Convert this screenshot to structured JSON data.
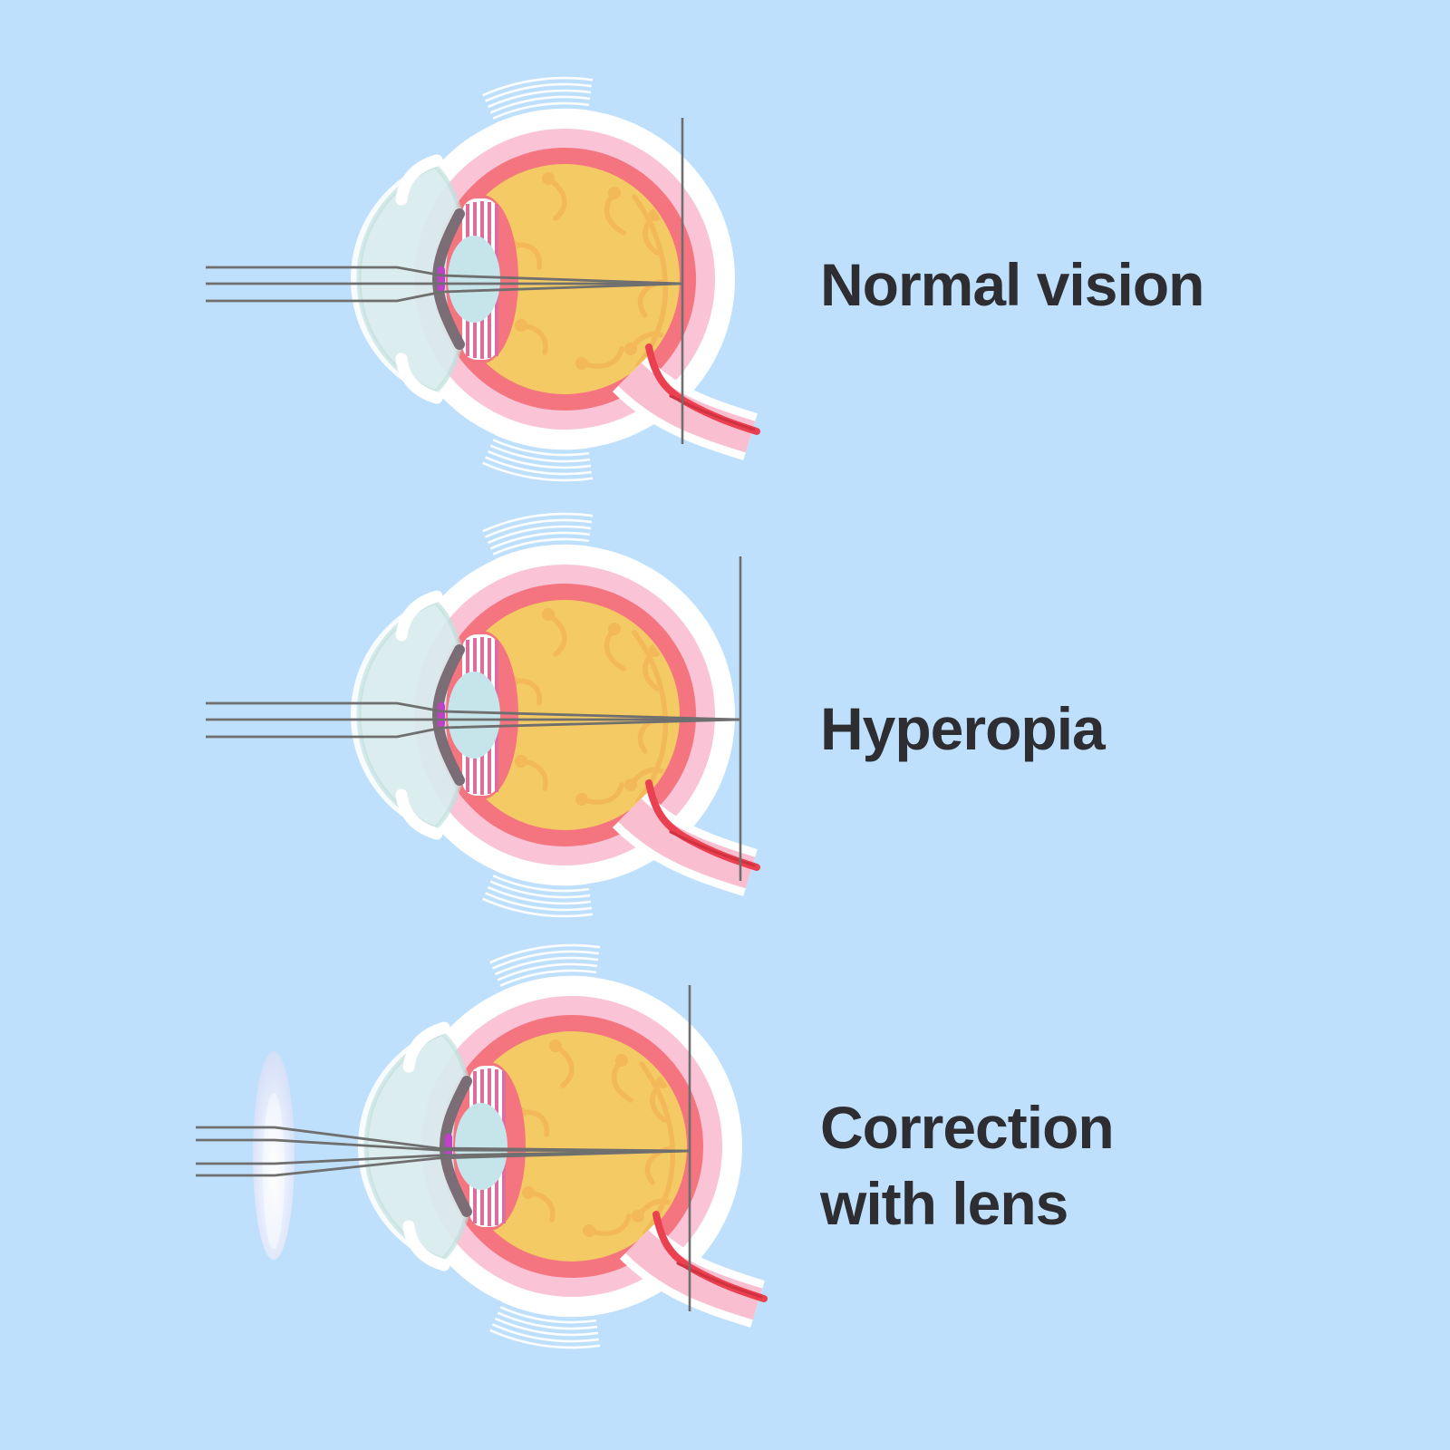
{
  "page": {
    "title": "Hyperopia eye diagram",
    "background_color": "#BFE0FC",
    "text_color": "#2E2E32"
  },
  "sections": [
    {
      "id": "normal",
      "label": "Normal vision",
      "ray_count": 3,
      "focal_point": "on retina",
      "corrective_lens": false
    },
    {
      "id": "hyperopia",
      "label": "Hyperopia",
      "ray_count": 3,
      "focal_point": "behind retina",
      "corrective_lens": false
    },
    {
      "id": "correction",
      "label": "Correction with lens",
      "ray_count": 4,
      "focal_point": "on retina",
      "corrective_lens": true
    }
  ],
  "colors": {
    "sclera_white": "#FFFFFF",
    "sclera_band_pink": "#FAC3D6",
    "choroid_salmon": "#F4757F",
    "vitreous_yellow": "#F3CA63",
    "vessels_orange": "#F2AE55",
    "cornea_cyan": "#D9ECEE",
    "cornea_rim_teal": "#BFDFDC",
    "lens_blue": "#C5E5EB",
    "iris_gray": "#7B6D75",
    "pupil_magenta": "#C23FC9",
    "ciliary_stripe_pink": "#DD6D9D",
    "optic_nerve_pink": "#F9BFD0",
    "artery_red": "#EA4050",
    "light_ray_gray": "#6F6F6F",
    "focal_line_gray": "#6E6E6E",
    "corrective_lens_lavender": "#D8DCF5"
  },
  "anatomy_parts": [
    "cornea",
    "iris",
    "pupil",
    "lens",
    "ciliary-muscle",
    "vitreous-body",
    "retina",
    "choroid",
    "sclera",
    "eye-muscles",
    "optic-nerve",
    "retinal-vessels",
    "central-artery"
  ]
}
